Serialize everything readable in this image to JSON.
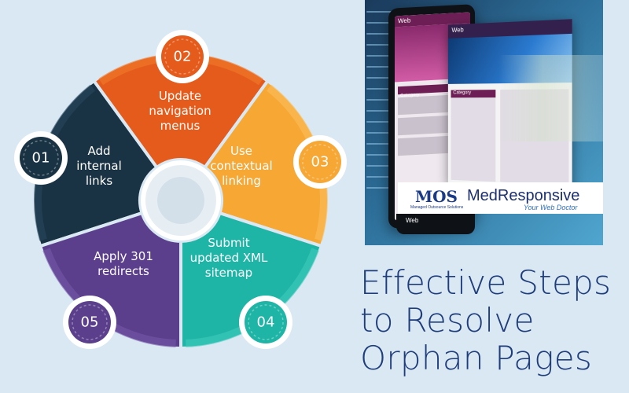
{
  "steps": [
    {
      "number": "01",
      "lines": [
        "Add",
        "internal",
        "links"
      ],
      "color": "#1a3344",
      "ring": "#26465c"
    },
    {
      "number": "02",
      "lines": [
        "Update",
        "navigation",
        "menus"
      ],
      "color": "#e45b1b",
      "ring": "#f17a2c"
    },
    {
      "number": "03",
      "lines": [
        "Use",
        "contextual",
        "linking"
      ],
      "color": "#f6a734",
      "ring": "#fbbe5c"
    },
    {
      "number": "04",
      "lines": [
        "Submit",
        "updated XML",
        "sitemap"
      ],
      "color": "#1fb5a6",
      "ring": "#40cbbd"
    },
    {
      "number": "05",
      "lines": [
        "Apply 301",
        "redirects"
      ],
      "color": "#5b3f8c",
      "ring": "#7558a9"
    }
  ],
  "promo": {
    "tablet_bar": "Web",
    "tablet_category": "Category",
    "page_bar": "Web",
    "page_category": "Category",
    "brand_logo": "MOS",
    "brand_logo_sub": "Managed Outsource Solutions",
    "brand_name": "MedResponsive",
    "brand_tagline": "Your Web Doctor",
    "tablet_bottom": "Web"
  },
  "heading": [
    "Effective Steps",
    "to Resolve",
    "Orphan Pages"
  ],
  "colors": {
    "background": "#d9e8f2",
    "heading": "#1f3d7a",
    "hub": "#e6eef4"
  }
}
